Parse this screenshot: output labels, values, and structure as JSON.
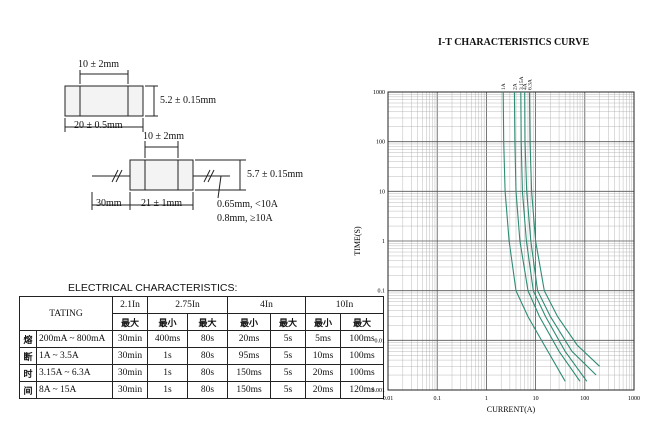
{
  "dimensions": {
    "top_length": "10 ± 2mm",
    "top_height": "5.2 ± 0.15mm",
    "top_overall": "20 ± 0.5mm",
    "lead_cap_length": "10 ± 2mm",
    "lead_height": "5.7 ± 0.15mm",
    "lead_wire_length": "30mm",
    "lead_body_length": "21 ± 1mm",
    "wire_spec_1": "0.65mm, <10A",
    "wire_spec_2": "0.8mm, ≥10A"
  },
  "electrical": {
    "title": "ELECTRICAL CHARACTERISTICS:",
    "rating_header": "TATING",
    "groups": [
      "2.1In",
      "2.75In",
      "4In",
      "10In"
    ],
    "sub_labels": [
      "最大",
      "最小",
      "最大",
      "最小",
      "最大",
      "最小",
      "最大"
    ],
    "side_labels": [
      "熔",
      "断",
      "时",
      "间"
    ],
    "rows": [
      {
        "range": "200mA ~ 800mA",
        "cells": [
          "30min",
          "400ms",
          "80s",
          "20ms",
          "5s",
          "5ms",
          "100ms"
        ]
      },
      {
        "range": "1A ~ 3.5A",
        "cells": [
          "30min",
          "1s",
          "80s",
          "95ms",
          "5s",
          "10ms",
          "100ms"
        ]
      },
      {
        "range": "3.15A ~ 6.3A",
        "cells": [
          "30min",
          "1s",
          "80s",
          "150ms",
          "5s",
          "20ms",
          "100ms"
        ]
      },
      {
        "range": "8A ~ 15A",
        "cells": [
          "30min",
          "1s",
          "80s",
          "150ms",
          "5s",
          "20ms",
          "120ms"
        ]
      }
    ]
  },
  "chart_data": {
    "type": "line",
    "title": "I-T CHARACTERISTICS CURVE",
    "xlabel": "CURRENT(A)",
    "ylabel": "TIME(S)",
    "xscale": "log",
    "yscale": "log",
    "xlim": [
      0.01,
      1000
    ],
    "ylim": [
      0.001,
      1000
    ],
    "xticks": [
      "0.01",
      "0.1",
      "1",
      "10",
      "100",
      "1000"
    ],
    "yticks": [
      "0.001",
      "0.01",
      "0.1",
      "1",
      "10",
      "100",
      "1000"
    ],
    "grid": true,
    "line_color": "#2e8b74",
    "series": [
      {
        "name": "1A",
        "x": [
          2.2,
          2.25,
          2.4,
          2.9,
          4.0,
          7.0,
          15,
          40
        ],
        "y": [
          1000,
          100,
          10,
          1,
          0.1,
          0.03,
          0.008,
          0.0015
        ]
      },
      {
        "name": "2A",
        "x": [
          3.7,
          3.8,
          4.0,
          4.8,
          7.0,
          12,
          30,
          80
        ],
        "y": [
          1000,
          100,
          10,
          1,
          0.1,
          0.03,
          0.006,
          0.0015
        ]
      },
      {
        "name": "3.15A",
        "x": [
          5.0,
          5.1,
          5.4,
          6.5,
          9.0,
          16,
          40,
          110
        ],
        "y": [
          1000,
          100,
          10,
          1,
          0.1,
          0.03,
          0.006,
          0.0015
        ]
      },
      {
        "name": "4A",
        "x": [
          6.0,
          6.1,
          6.6,
          8.0,
          11,
          20,
          55,
          170
        ],
        "y": [
          1000,
          100,
          10,
          1,
          0.1,
          0.03,
          0.006,
          0.002
        ]
      },
      {
        "name": "6.3A",
        "x": [
          7.5,
          7.7,
          8.3,
          10,
          15,
          28,
          70,
          200
        ],
        "y": [
          1000,
          100,
          10,
          1,
          0.1,
          0.03,
          0.008,
          0.003
        ]
      }
    ]
  }
}
